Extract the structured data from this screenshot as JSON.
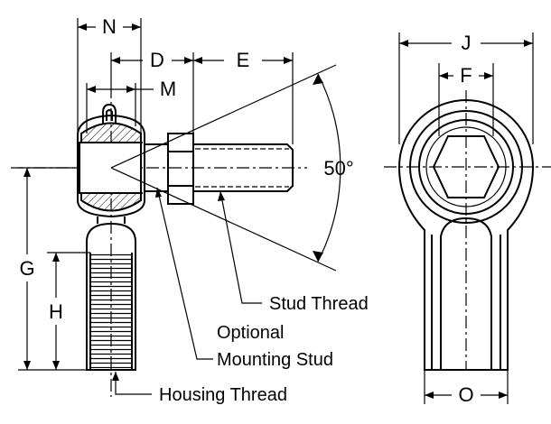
{
  "dimensions": {
    "N": "N",
    "D": "D",
    "E": "E",
    "M": "M",
    "J": "J",
    "F": "F",
    "G": "G",
    "H": "H",
    "O": "O"
  },
  "angle": "50°",
  "callouts": {
    "stud_thread": "Stud Thread",
    "optional_line1": "Optional",
    "optional_line2": "Mounting Stud",
    "housing_thread": "Housing Thread"
  }
}
